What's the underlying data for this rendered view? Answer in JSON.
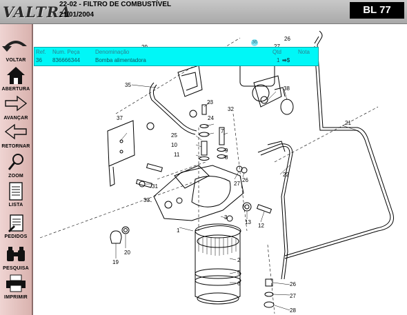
{
  "header": {
    "logo": "VALTRA",
    "title": "22-02 - FILTRO DE COMBUSTÍVEL",
    "date": "21/01/2004",
    "badge": "BL 77"
  },
  "sidebar": {
    "items": [
      {
        "label": "VOLTAR",
        "icon": "voltar-arrow-icon"
      },
      {
        "label": "ABERTURA",
        "icon": "home-icon"
      },
      {
        "label": "AVANÇAR",
        "icon": "arrow-right-icon"
      },
      {
        "label": "RETORNAR",
        "icon": "arrow-left-icon"
      },
      {
        "label": "ZOOM",
        "icon": "magnifier-icon"
      },
      {
        "label": "LISTA",
        "icon": "list-icon"
      },
      {
        "label": "PEDIDOS",
        "icon": "order-pad-icon"
      },
      {
        "label": "PESQUISA",
        "icon": "binoculars-icon"
      },
      {
        "label": "IMPRIMIR",
        "icon": "printer-icon"
      }
    ]
  },
  "parts_table": {
    "headers": {
      "ref": "Ref.",
      "num": "Num. Peça",
      "desc": "Denominação",
      "qtd": "Qtd",
      "nota": "Nota"
    },
    "rows": [
      {
        "ref": "36",
        "num": "836666344",
        "desc": "Bomba alimentadora",
        "qtd": "1",
        "action": "➡$"
      }
    ]
  },
  "diagram": {
    "marker": "36",
    "callouts": [
      "29",
      "27",
      "26",
      "35",
      "23",
      "24",
      "7",
      "32",
      "38",
      "25",
      "10",
      "9",
      "8",
      "11",
      "37",
      "22",
      "21",
      "31",
      "27",
      "26",
      "33",
      "3",
      "13",
      "12",
      "1",
      "20",
      "19",
      "2",
      "5",
      "6",
      "26",
      "27",
      "28"
    ]
  },
  "colors": {
    "sidebar": "#e3c2bf",
    "table": "#00f7f7",
    "badge": "#000000"
  }
}
